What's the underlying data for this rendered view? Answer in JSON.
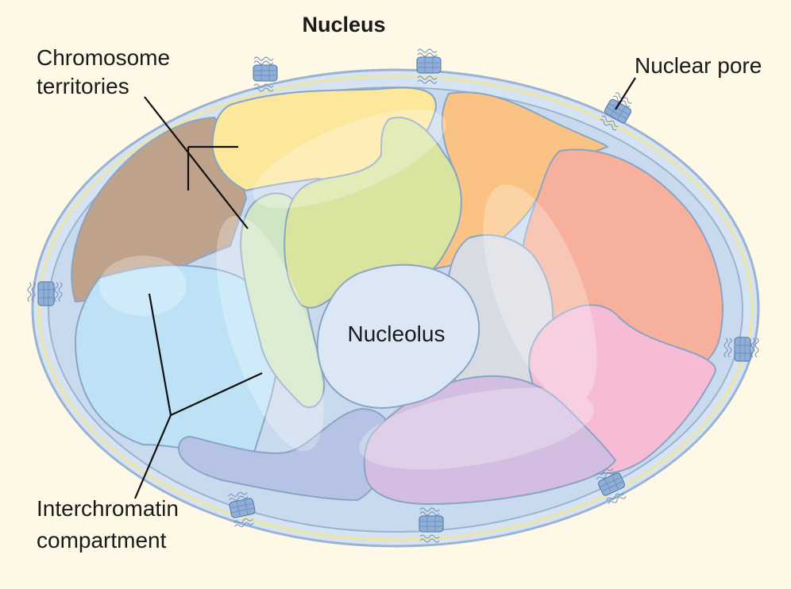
{
  "title": "Nucleus",
  "labels": {
    "chromosome_line1": "Chromosome",
    "chromosome_line2": "territories",
    "nuclear_pore": "Nuclear pore",
    "nucleolus": "Nucleolus",
    "interchromatin_line1": "Interchromatin",
    "interchromatin_line2": "compartment"
  },
  "colors": {
    "background": "#fef8e6",
    "envelope": "#d5e3f2",
    "nucleoplasm": "#c9daee",
    "territory_brown": "#bfa28c",
    "territory_yellow": "#fde79a",
    "territory_orange": "#fac383",
    "territory_salmon": "#f6b09b",
    "territory_green": "#d9e49e",
    "territory_mint": "#cfe6c4",
    "territory_lightblue": "#bde2f6",
    "territory_periwinkle": "#b7c3e6",
    "territory_lavender": "#d3bde0",
    "territory_pink": "#f6bcd6",
    "territory_gray": "#d8dce2",
    "nucleolus": "#dbe7f5"
  }
}
